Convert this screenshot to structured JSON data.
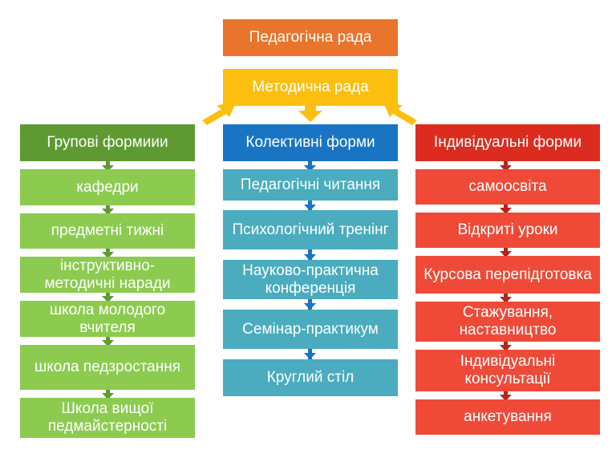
{
  "top": {
    "pedagogical_council": "Педагогічна рада",
    "methodical_council": "Методична рада"
  },
  "columns": {
    "group": {
      "header": "Групові формиии",
      "items": [
        "кафедри",
        "предметні тижні",
        "інструктивно-методичні наради",
        "школа молодого вчителя",
        "школа педзростання",
        "Школа вищої педмайстерності"
      ]
    },
    "collective": {
      "header": "Колективні форми",
      "items": [
        "Педагогічні читання",
        "Психологічний тренінг",
        "Науково-практична конференція",
        "Семінар-практикум",
        "Круглий стіл"
      ]
    },
    "individual": {
      "header": "Індивідуальні форми",
      "items": [
        "самоосвіта",
        "Відкриті уроки",
        "Курсова перепідготовка",
        "Стажування, наставництво",
        "Індивідуальні консультації",
        "анкетування"
      ]
    }
  },
  "colors": {
    "orange": "#e9742b",
    "yellow": "#fdbf0f",
    "group_header": "#5e9a31",
    "group_item": "#8ccb4f",
    "collective_header": "#1a74c4",
    "collective_item": "#4aacbe",
    "individual_header": "#dc2c1f",
    "individual_item": "#ef4a38"
  }
}
